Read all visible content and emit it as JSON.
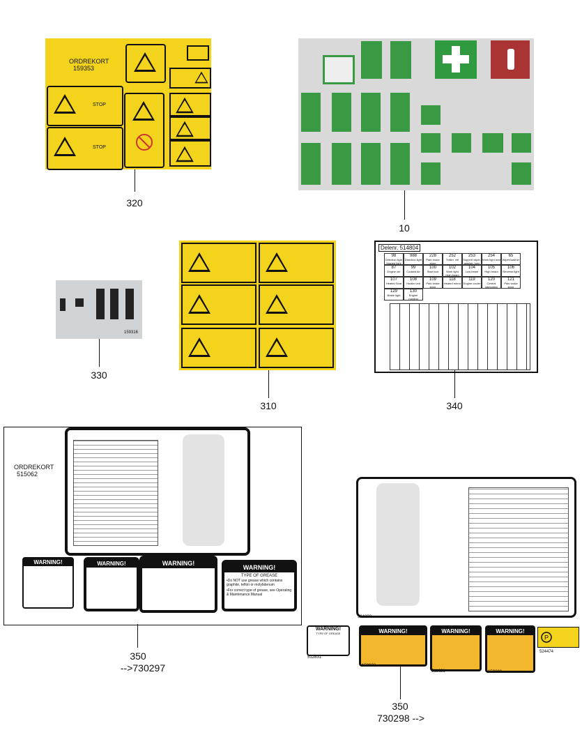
{
  "panel_320": {
    "title": "ORDREKORT",
    "number": "159353",
    "stop1": "STOP",
    "stop2": "STOP",
    "callout": "320"
  },
  "panel_10": {
    "callout": "10"
  },
  "panel_330": {
    "number": "159316",
    "callout": "330"
  },
  "panel_310": {
    "callout": "310"
  },
  "panel_340": {
    "title": "Delenr. 514804",
    "callout": "340",
    "rows": [
      [
        {
          "n": "98",
          "t": "Direction light Hazard light"
        },
        {
          "n": "988",
          "t": "Direction light"
        },
        {
          "n": "228",
          "t": "Park brake store"
        },
        {
          "n": "252",
          "t": "Trailer, ctrl"
        },
        {
          "n": "253",
          "t": "Support wiper, washer, horn"
        },
        {
          "n": "254",
          "t": "Work light rear"
        },
        {
          "n": "65",
          "t": "Wiper/washer"
        }
      ],
      [
        {
          "n": "87",
          "t": "Engine ctrl"
        },
        {
          "n": "99",
          "t": "Coolant Air"
        },
        {
          "n": "100",
          "t": "Start lock"
        },
        {
          "n": "102",
          "t": "Work light High beam"
        },
        {
          "n": "104",
          "t": "Low beam"
        },
        {
          "n": "105",
          "t": "High beam"
        },
        {
          "n": "106",
          "t": "Reverse light"
        }
      ],
      [
        {
          "n": "107",
          "t": "Heated Seat"
        },
        {
          "n": "108",
          "t": "Heater unit"
        },
        {
          "n": "109",
          "t": "Park brake store"
        },
        {
          "n": "118",
          "t": "Heated mirror"
        },
        {
          "n": "119",
          "t": "Engine cooler"
        },
        {
          "n": "120",
          "t": "Central lubrication"
        },
        {
          "n": "121",
          "t": "Park brake store"
        }
      ],
      [
        {
          "n": "129",
          "t": "Brake light"
        },
        {
          "n": "130",
          "t": "Engine running"
        }
      ]
    ]
  },
  "panel_350a": {
    "title": "ORDREKORT",
    "number": "515062",
    "warning1": "WARNING!",
    "warning2": "WARNING!",
    "warning3": "WARNING!",
    "warning4": "WARNING!",
    "grease_title": "TYPE OF GREASE",
    "grease_line1": "•Do NOT use grease which contains graphite, teflon or molybdenum",
    "grease_line2": "•For correct type of grease, see Operating & Maintenance Manual",
    "callout1": "350",
    "callout2": "-->730297"
  },
  "panel_350b": {
    "number": "524803",
    "warning1": "WARNING!",
    "grease_title": "TYPE OF GREASE",
    "warning2": "WARNING!",
    "warning3": "WARNING!",
    "warning4": "WARNING!",
    "n1": "512831",
    "n2": "159022",
    "n3": "511621",
    "n4": "159380",
    "n5": "524474",
    "callout1": "350",
    "callout2": "730298  -->"
  }
}
